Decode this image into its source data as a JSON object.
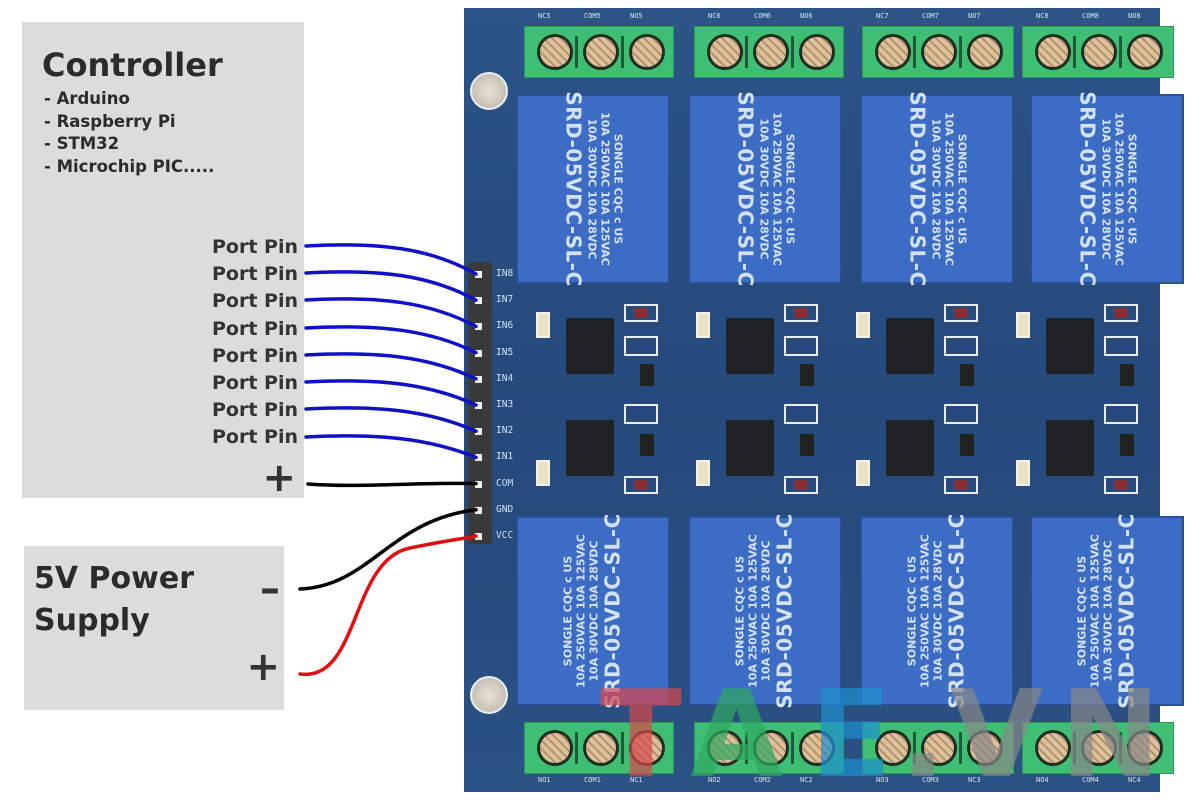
{
  "controller": {
    "title": "Controller",
    "items": [
      "- Arduino",
      "- Raspberry Pi",
      "- STM32",
      "- Microchip PIC....."
    ],
    "port_pins": [
      "Port Pin",
      "Port Pin",
      "Port Pin",
      "Port Pin",
      "Port Pin",
      "Port Pin",
      "Port Pin",
      "Port Pin"
    ],
    "plus": "+"
  },
  "power_supply": {
    "title_line1": "5V Power",
    "title_line2": "Supply",
    "minus": "–",
    "plus": "+"
  },
  "board": {
    "header_pins": [
      "IN8",
      "IN7",
      "IN6",
      "IN5",
      "IN4",
      "IN3",
      "IN2",
      "IN1",
      "COM",
      "GND",
      "VCC"
    ],
    "top_terminal_labels": [
      [
        "NC5",
        "COM5",
        "NO5"
      ],
      [
        "NC6",
        "COM6",
        "NO6"
      ],
      [
        "NC7",
        "COM7",
        "NO7"
      ],
      [
        "NC8",
        "COM8",
        "NO8"
      ]
    ],
    "bottom_terminal_labels": [
      [
        "NO1",
        "COM1",
        "NC1"
      ],
      [
        "NO2",
        "COM2",
        "NC2"
      ],
      [
        "NO3",
        "COM3",
        "NC3"
      ],
      [
        "NO4",
        "COM4",
        "NC4"
      ]
    ],
    "relay": {
      "model": "SRD-05VDC-SL-C",
      "spec1": "10A 250VAC  10A 125VAC",
      "spec2": "10A 30VDC   10A 28VDC",
      "brand": "SONGLE",
      "cert": "CQC",
      "ul": "c US"
    }
  },
  "wires": {
    "signal_color": "#1010c8",
    "ground_color": "#000000",
    "vcc_color": "#e01010"
  },
  "watermark": {
    "letters": [
      "T",
      "A",
      "E",
      ".",
      "V",
      "N"
    ],
    "colors": [
      "#d9484c",
      "#2eaa5f",
      "#1e90d0",
      "#888888",
      "#888888",
      "#888888"
    ]
  }
}
